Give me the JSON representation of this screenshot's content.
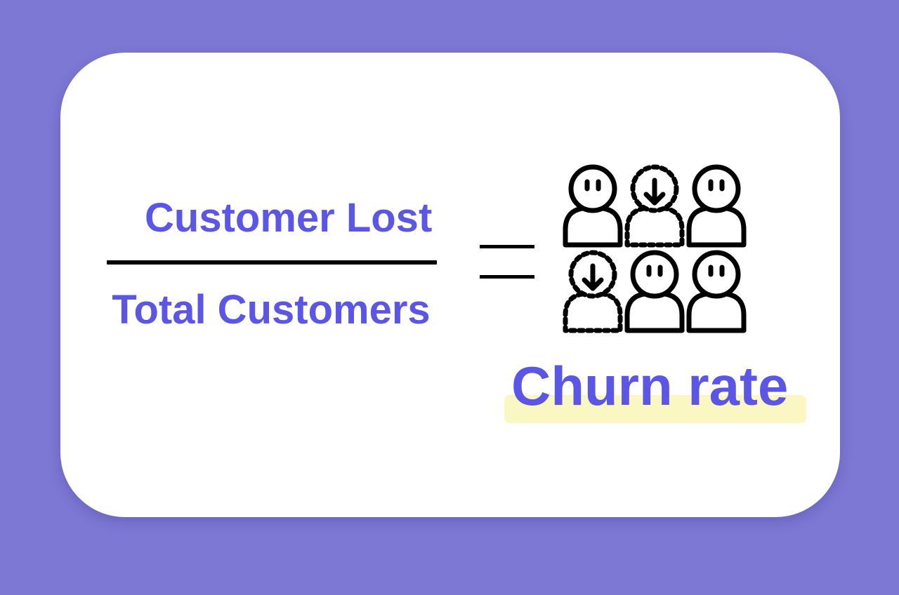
{
  "formula": {
    "numerator": "Customer Lost",
    "denominator": "Total Customers",
    "result_label": "Churn rate"
  },
  "icon": "people-churn-icon",
  "colors": {
    "background": "#7c78d4",
    "card": "#ffffff",
    "text_accent": "#5b56e6",
    "highlight": "#fbf7c2",
    "ink": "#000000"
  }
}
